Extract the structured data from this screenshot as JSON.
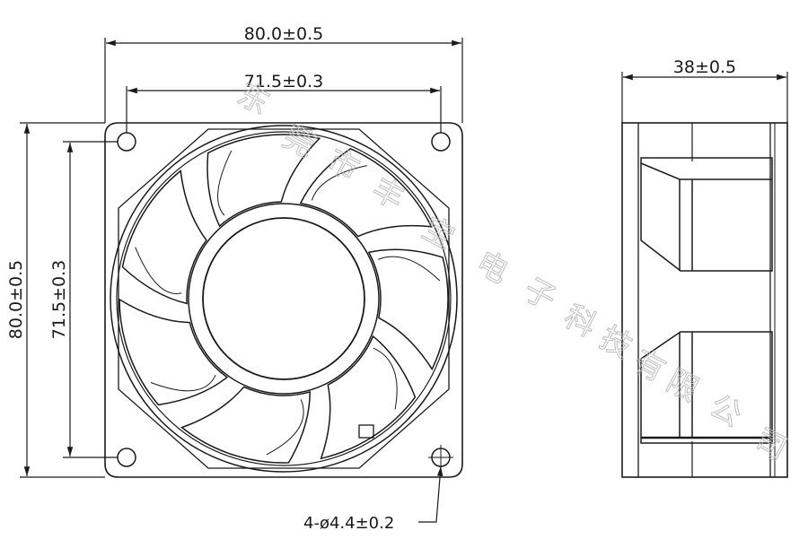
{
  "front_view": {
    "overall_width": "80.0±0.5",
    "hole_spacing_width": "71.5±0.3",
    "overall_height": "80.0±0.5",
    "hole_spacing_height": "71.5±0.3",
    "mounting_holes": "4-ø4.4±0.2"
  },
  "side_view": {
    "depth": "38±0.5"
  },
  "watermark": [
    "东",
    "莞",
    "市",
    "丰",
    "宝",
    "电",
    "子",
    "科",
    "技",
    "有",
    "限",
    "公",
    "司"
  ],
  "colors": {
    "line": "#1a1a1a",
    "watermark": "#b8b8b8"
  }
}
